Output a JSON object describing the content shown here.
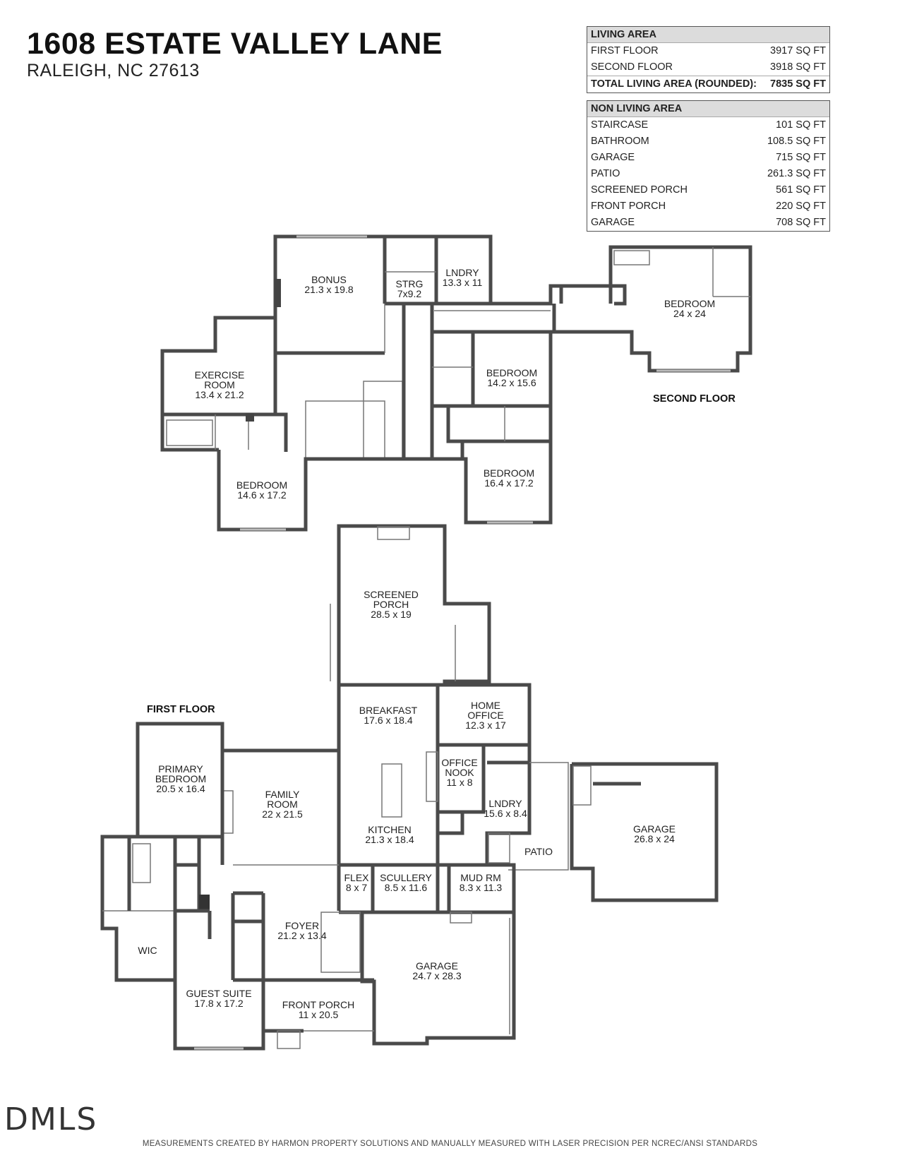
{
  "header": {
    "title": "1608 ESTATE VALLEY LANE",
    "subtitle": "RALEIGH, NC 27613"
  },
  "living_area": {
    "heading": "LIVING AREA",
    "rows": [
      {
        "label": "FIRST FLOOR",
        "value": "3917 SQ FT"
      },
      {
        "label": "SECOND FLOOR",
        "value": "3918 SQ FT"
      }
    ],
    "total": {
      "label": "TOTAL LIVING AREA (ROUNDED):",
      "value": "7835 SQ FT"
    }
  },
  "non_living_area": {
    "heading": "NON LIVING AREA",
    "rows": [
      {
        "label": "STAIRCASE",
        "value": "101 SQ FT"
      },
      {
        "label": "BATHROOM",
        "value": "108.5 SQ FT"
      },
      {
        "label": "GARAGE",
        "value": "715 SQ FT"
      },
      {
        "label": "PATIO",
        "value": "261.3 SQ FT"
      },
      {
        "label": "SCREENED PORCH",
        "value": "561 SQ FT"
      },
      {
        "label": "FRONT PORCH",
        "value": "220 SQ FT"
      },
      {
        "label": "GARAGE",
        "value": "708 SQ FT"
      }
    ]
  },
  "floors": {
    "second": "SECOND FLOOR",
    "first": "FIRST FLOOR"
  },
  "rooms": {
    "bonus": {
      "name": "BONUS",
      "dims": "21.3 x 19.8"
    },
    "strg": {
      "name": "STRG",
      "dims": "7x9.2"
    },
    "lndry2": {
      "name": "LNDRY",
      "dims": "13.3 x 11"
    },
    "bedroom_24": {
      "name": "BEDROOM",
      "dims": "24 x 24"
    },
    "exercise": {
      "name1": "EXERCISE",
      "name2": "ROOM",
      "dims": "13.4 x 21.2"
    },
    "bedroom_142": {
      "name": "BEDROOM",
      "dims": "14.2 x 15.6"
    },
    "bedroom_146": {
      "name": "BEDROOM",
      "dims": "14.6 x 17.2"
    },
    "bedroom_164": {
      "name": "BEDROOM",
      "dims": "16.4 x 17.2"
    },
    "screened_porch": {
      "name1": "SCREENED",
      "name2": "PORCH",
      "dims": "28.5 x 19"
    },
    "breakfast": {
      "name": "BREAKFAST",
      "dims": "17.6 x 18.4"
    },
    "home_office": {
      "name1": "HOME",
      "name2": "OFFICE",
      "dims": "12.3 x 17"
    },
    "primary_bedroom": {
      "name1": "PRIMARY",
      "name2": "BEDROOM",
      "dims": "20.5 x 16.4"
    },
    "family_room": {
      "name1": "FAMILY",
      "name2": "ROOM",
      "dims": "22 x 21.5"
    },
    "office_nook": {
      "name1": "OFFICE",
      "name2": "NOOK",
      "dims": "11 x 8"
    },
    "lndry1": {
      "name": "LNDRY",
      "dims": "15.6 x 8.4"
    },
    "kitchen": {
      "name": "KITCHEN",
      "dims": "21.3 x 18.4"
    },
    "garage_268": {
      "name": "GARAGE",
      "dims": "26.8 x 24"
    },
    "patio": {
      "name": "PATIO"
    },
    "flex": {
      "name": "FLEX",
      "dims": "8 x 7"
    },
    "scullery": {
      "name": "SCULLERY",
      "dims": "8.5 x 11.6"
    },
    "mud_rm": {
      "name": "MUD RM",
      "dims": "8.3 x 11.3"
    },
    "wic": {
      "name": "WIC"
    },
    "foyer": {
      "name": "FOYER",
      "dims": "21.2 x 13.4"
    },
    "garage_247": {
      "name": "GARAGE",
      "dims": "24.7 x 28.3"
    },
    "guest_suite": {
      "name": "GUEST SUITE",
      "dims": "17.8 x 17.2"
    },
    "front_porch": {
      "name": "FRONT PORCH",
      "dims": "11 x 20.5"
    }
  },
  "logo_text": "DMLS",
  "footer": "MEASUREMENTS CREATED BY HARMON PROPERTY SOLUTIONS AND MANUALLY MEASURED WITH LASER PRECISION PER NCREC/ANSI STANDARDS"
}
